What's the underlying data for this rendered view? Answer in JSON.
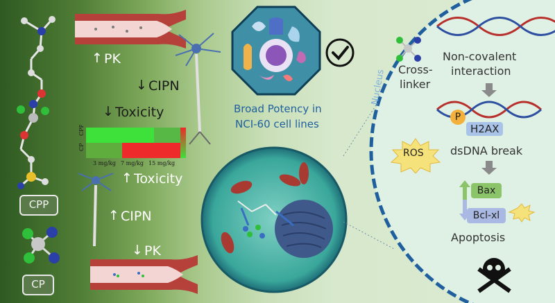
{
  "left": {
    "pk_up": "PK",
    "cipn_down": "CIPN",
    "toxicity_down": "Toxicity",
    "toxicity_up": "Toxicity",
    "cipn_up": "CIPN",
    "pk_down": "PK",
    "cpp_label": "CPP",
    "cp_label": "CP"
  },
  "heatmap": {
    "row_labels": [
      "CPP",
      "CP"
    ],
    "col_labels": [
      "3 mg/kg",
      "7 mg/kg",
      "15 mg/kg"
    ],
    "cells": [
      [
        "#3ee03a",
        "#3ee03a",
        "#58b845"
      ],
      [
        "#5fae3d",
        "#ee2a2a",
        "#ee2a2a"
      ]
    ]
  },
  "center": {
    "broad_potency_line1": "Broad Potency in",
    "broad_potency_line2": "NCI-60 cell lines"
  },
  "nucleus": {
    "label": "Nucleus",
    "cross_linker_1": "Cross-",
    "cross_linker_2": "linker",
    "noncov_1": "Non-covalent",
    "noncov_2": "interaction",
    "p_label": "P",
    "h2ax": "H2AX",
    "ros": "ROS",
    "dsdna": "dsDNA break",
    "bax": "Bax",
    "bclxl": "Bcl-xl",
    "apoptosis": "Apoptosis"
  },
  "colors": {
    "nucleus_dash": "#1f5f9e",
    "nucleus_fill": "#dff0e4",
    "vessel": "#b6403a",
    "arrow_gray": "#8a8a8a",
    "bax_box": "#8cc46a",
    "bcl_box": "#a9b9e3",
    "ros_star": "#f6c94a",
    "p_circle": "#f3b03a"
  }
}
